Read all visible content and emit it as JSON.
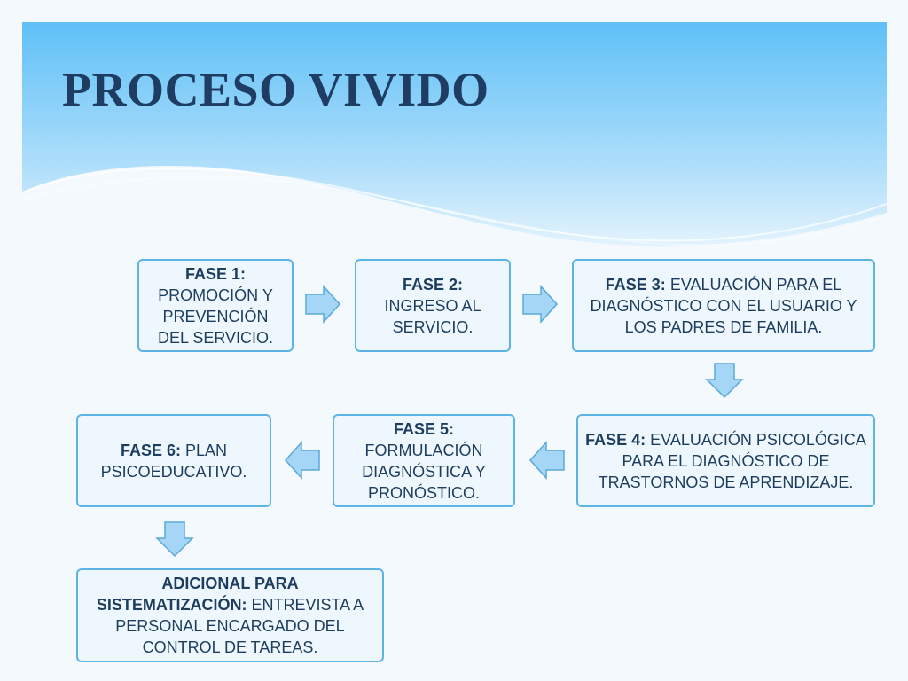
{
  "slide": {
    "title": "PROCESO VIVIDO"
  },
  "phases": [
    {
      "label": "FASE 1:",
      "text": "PROMOCIÓN Y PREVENCIÓN DEL SERVICIO."
    },
    {
      "label": "FASE 2:",
      "text": "INGRESO AL SERVICIO."
    },
    {
      "label": "FASE 3:",
      "text": "EVALUACIÓN PARA EL DIAGNÓSTICO CON EL USUARIO Y LOS PADRES DE FAMILIA."
    },
    {
      "label": "FASE 4:",
      "text": "EVALUACIÓN PSICOLÓGICA PARA EL DIAGNÓSTICO DE TRASTORNOS DE APRENDIZAJE."
    },
    {
      "label": "FASE 5:",
      "text": "FORMULACIÓN DIAGNÓSTICA Y PRONÓSTICO."
    },
    {
      "label": "FASE 6:",
      "text": "PLAN PSICOEDUCATIVO."
    }
  ],
  "additional": {
    "label": "ADICIONAL PARA SISTEMATIZACIÓN:",
    "text": "ENTREVISTA A PERSONAL ENCARGADO DEL CONTROL DE TAREAS."
  },
  "colors": {
    "header_top": "#5fc0f7",
    "header_bottom": "#dff1fc",
    "box_border": "#5bb4e3",
    "box_fill": "#eef7fd",
    "text": "#1d3d5e",
    "title": "#1f3d63",
    "arrow_fill": "#a6d6f5",
    "arrow_stroke": "#5aa9d8"
  }
}
